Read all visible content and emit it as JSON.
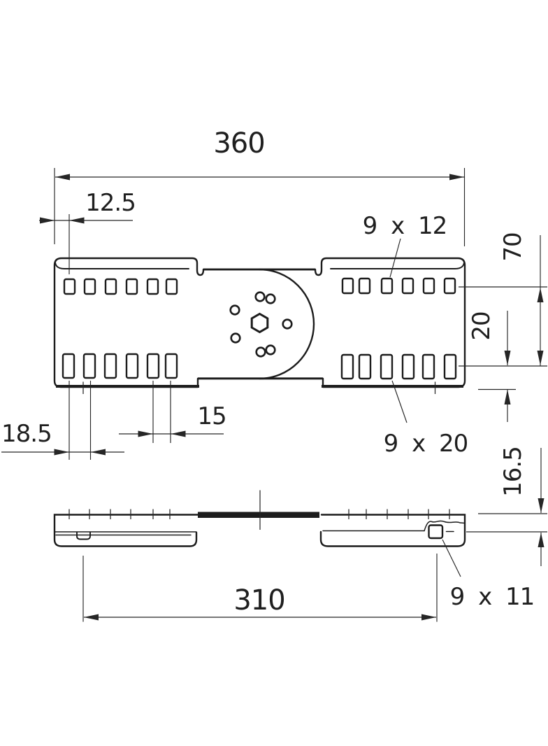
{
  "page": {
    "background": "#ffffff"
  },
  "drawing": {
    "ink_color": "#1c1c1c",
    "dimension_color": "#262626",
    "labels": {
      "overall_width": "360",
      "edge_to_slot": "12.5",
      "top_slot_size": "9 x 12",
      "row_spacing": "70",
      "slot_to_edge": "20",
      "slot_pitch": "15",
      "outer_slot_pitch": "18.5",
      "bottom_slot_size": "9 x 20",
      "rail_height": "16.5",
      "side_hole_span": "310",
      "side_slot_size": "9 x 11"
    }
  }
}
